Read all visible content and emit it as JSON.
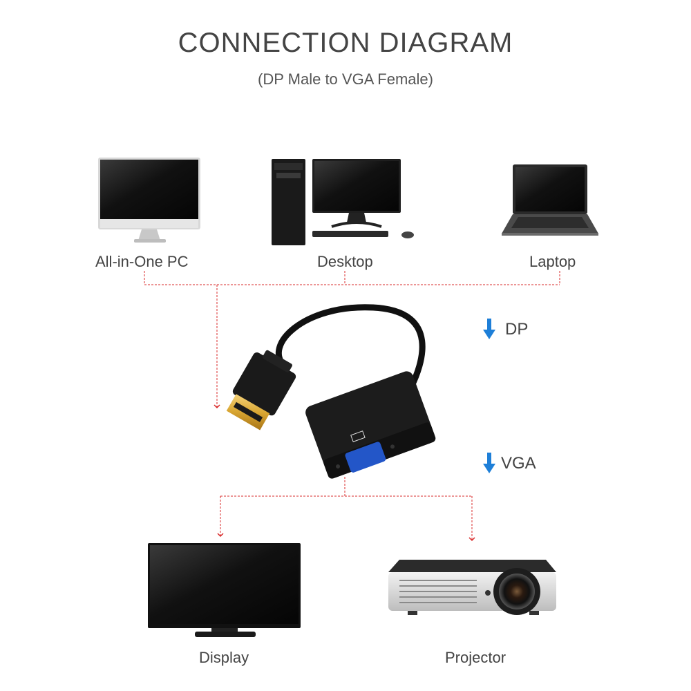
{
  "header": {
    "title": "CONNECTION DIAGRAM",
    "subtitle": "(DP Male to VGA Female)"
  },
  "sources": [
    {
      "label": "All-in-One PC",
      "icon": "all-in-one-pc-icon"
    },
    {
      "label": "Desktop",
      "icon": "desktop-computer-icon"
    },
    {
      "label": "Laptop",
      "icon": "laptop-icon"
    }
  ],
  "signals": {
    "input": "DP",
    "output": "VGA"
  },
  "outputs": [
    {
      "label": "Display",
      "icon": "display-monitor-icon"
    },
    {
      "label": "Projector",
      "icon": "projector-icon"
    }
  ],
  "colors": {
    "connector_line": "#d92b2b",
    "arrow": "#1e7fd8",
    "text": "#444444"
  }
}
